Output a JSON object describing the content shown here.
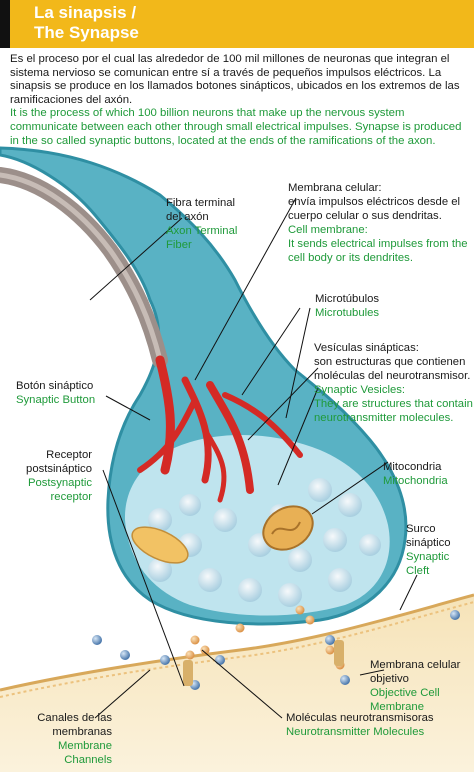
{
  "header": {
    "title_es": "La sinapsis /",
    "title_en": "The Synapse"
  },
  "intro": {
    "es": "Es el proceso por el cual las alrededor de 100 mil millones de neuronas que integran el sistema nervioso se comunican entre sí a través de pequeños impulsos eléctricos. La sinapsis se produce en los llamados botones sinápticos, ubicados en los extremos de las ramificaciones del axón.",
    "en": "It is the process of which 100 billion neurons that make up the nervous system communicate between each other through small electrical impulses. Synapse is produced in the so called synaptic buttons, located at the ends of the ramifications of the axon."
  },
  "labels": {
    "fibra": {
      "es1": "Fibra terminal",
      "es2": "del axón",
      "en1": "Axon Terminal",
      "en2": "Fiber"
    },
    "membrana": {
      "es1": "Membrana celular:",
      "es2": "envía impulsos eléctricos desde el",
      "es3": "cuerpo celular o sus dendritas.",
      "en1": "Cell membrane:",
      "en2": "It sends electrical impulses from the",
      "en3": "cell body or its dendrites."
    },
    "microtubulos": {
      "es": "Microtúbulos",
      "en": "Microtubules"
    },
    "vesiculas": {
      "es1": "Vesículas sinápticas:",
      "es2": "son estructuras que contienen",
      "es3": "moléculas del neurotransmisor.",
      "en1": "Synaptic Vesicles:",
      "en2": "They are structures that contain",
      "en3": "neurotransmitter molecules."
    },
    "boton": {
      "es": "Botón sináptico",
      "en": "Synaptic Button"
    },
    "receptor": {
      "es1": "Receptor",
      "es2": "postsináptico",
      "en1": "Postsynaptic",
      "en2": "receptor"
    },
    "mitocondria": {
      "es": "Mitocondria",
      "en": "Mitochondria"
    },
    "surco": {
      "es1": "Surco",
      "es2": "sináptico",
      "en1": "Synaptic",
      "en2": "Cleft"
    },
    "objetivo": {
      "es1": "Membrana celular",
      "es2": "objetivo",
      "en1": "Objective Cell",
      "en2": "Membrane"
    },
    "canales": {
      "es1": "Canales de las",
      "es2": "membranas",
      "en1": "Membrane",
      "en2": "Channels"
    },
    "moleculas": {
      "es": "Moléculas neurotransmisoras",
      "en": "Neurotransmitter Molecules"
    }
  },
  "colors": {
    "header_bg": "#f2b81a",
    "spanish_text": "#1a1a1a",
    "english_text": "#1f9a3a",
    "neuron_body": "#5fb8c8",
    "axon_core": "#9a8c86",
    "microtubules": "#d42a25",
    "vesicles": "#e8a85a",
    "target_membrane": "#f3d9a4"
  }
}
